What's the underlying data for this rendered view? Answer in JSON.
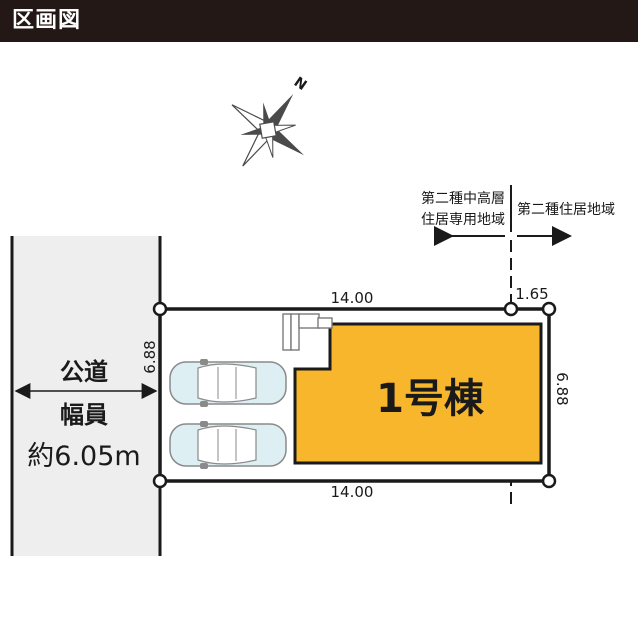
{
  "header": {
    "title": "区画図"
  },
  "compass": {
    "north_label": "N"
  },
  "zoning": {
    "left_label_line1": "第二種中高層",
    "left_label_line2": "住居専用地域",
    "right_label": "第二種住居地域"
  },
  "road": {
    "label_line1": "公道",
    "label_line2": "幅員",
    "label_line3": "約6.05m"
  },
  "lot": {
    "top_width": "14.00",
    "bottom_width": "14.00",
    "left_depth": "6.88",
    "right_depth": "6.88",
    "corner_offset": "1.65"
  },
  "building": {
    "label": "1号棟"
  },
  "colors": {
    "header_bg": "#231815",
    "building_fill": "#F8B62D",
    "road_fill": "#EEEEEE",
    "car_fill": "#DDEFF3"
  }
}
